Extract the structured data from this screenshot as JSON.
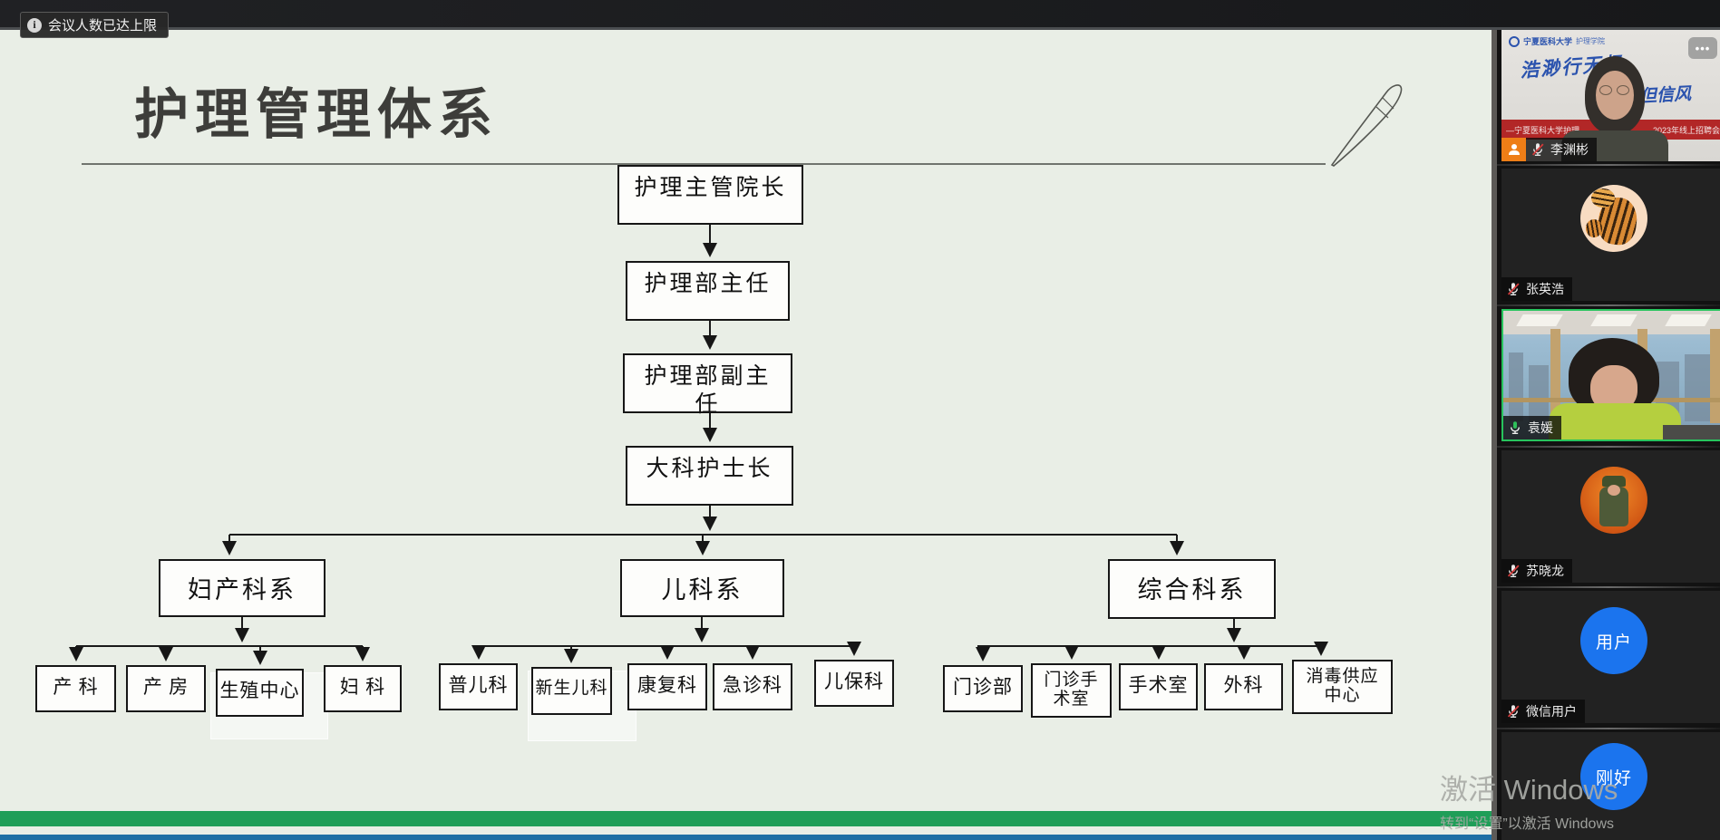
{
  "topbar": {
    "notification": "会议人数已达上限",
    "info_icon": "i"
  },
  "slide": {
    "title": "护理管理体系",
    "chart": {
      "chain": [
        {
          "label": "护理主管院长"
        },
        {
          "label": "护理部主任"
        },
        {
          "label": "护理部副主任"
        },
        {
          "label": "大科护士长"
        }
      ],
      "branches": [
        {
          "label": "妇产科系",
          "children": [
            "产 科",
            "产 房",
            "生殖中心",
            "妇 科"
          ]
        },
        {
          "label": "儿科系",
          "children": [
            "普儿科",
            "新生儿科",
            "康复科",
            "急诊科",
            "儿保科"
          ]
        },
        {
          "label": "综合科系",
          "children": [
            "门诊部",
            "门诊手术室",
            "手术室",
            "外科",
            "消毒供应中心"
          ]
        }
      ]
    },
    "accent_colors": {
      "green_bar": "#1f9e58",
      "blue_bar": "#1e6fa5",
      "background": "#e9eee6"
    }
  },
  "watermark": {
    "line1": "激活 Windows",
    "line2": "转到“设置”以激活 Windows"
  },
  "sidebar": {
    "more_icon": "•••",
    "active_border_color": "#27c45d",
    "participants": [
      {
        "name": "李渊彬",
        "mic": "muted-mic-icon",
        "badge": "presenter-person-icon",
        "banner": {
          "university": "宁夏医科大学",
          "college": "护理学院",
          "slogan_left": "浩渺行无极",
          "slogan_right": "但信风",
          "strip_left": "—宁夏医科大学护理",
          "strip_right": "2023年线上招聘会"
        }
      },
      {
        "name": "张英浩",
        "mic": "muted-mic-icon",
        "avatar": "tiger-illustration"
      },
      {
        "name": "袁媛",
        "mic": "active-mic-icon",
        "active_speaker": true
      },
      {
        "name": "苏晓龙",
        "mic": "muted-mic-icon",
        "avatar": "soldier-cartoon"
      },
      {
        "name": "微信用户",
        "mic": "muted-mic-icon",
        "avatar_text": "用户"
      },
      {
        "avatar_text": "刚好"
      }
    ]
  }
}
